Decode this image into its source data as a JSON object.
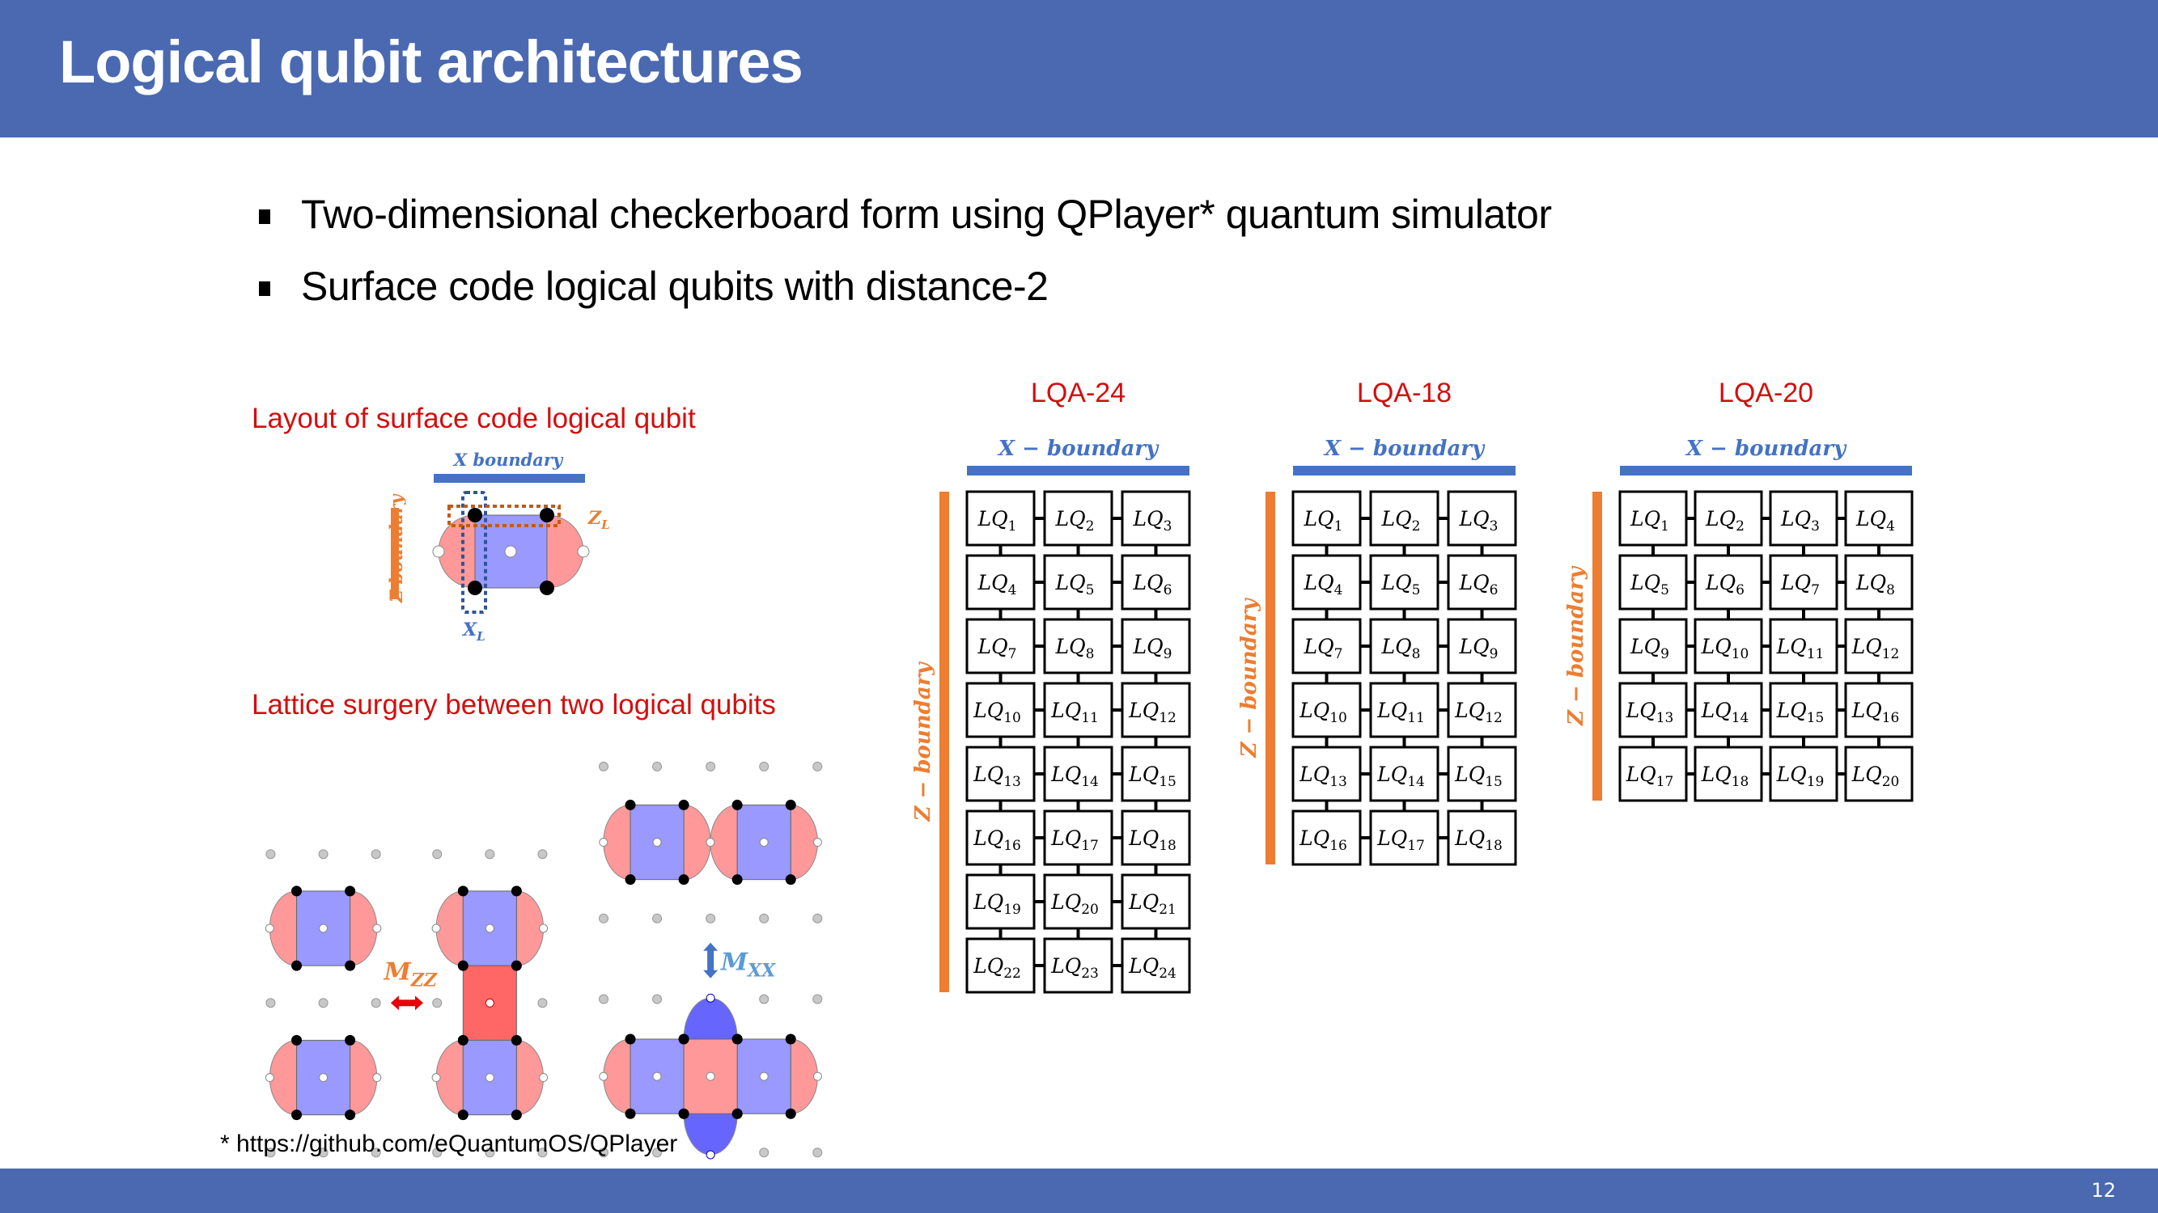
{
  "header": {
    "title": "Logical qubit architectures"
  },
  "bullets": [
    "Two-dimensional checkerboard form using QPlayer* quantum simulator",
    "Surface code logical qubits with distance-2"
  ],
  "layout_section": {
    "title": "Layout of surface code logical qubit",
    "x_boundary_label": "X boundary",
    "z_boundary_label": "Z boundary",
    "z_logical_label": "Z",
    "z_logical_sub": "L",
    "x_logical_label": "X",
    "x_logical_sub": "L"
  },
  "surgery_section": {
    "title": "Lattice surgery between two logical qubits",
    "mzz_label": "M",
    "mzz_sub": "ZZ",
    "mxx_label": "M",
    "mxx_sub": "XX"
  },
  "architectures": [
    {
      "name": "LQA-24",
      "cols": 3,
      "rows": 8,
      "x_boundary": "X − boundary",
      "z_boundary": "Z − boundary"
    },
    {
      "name": "LQA-18",
      "cols": 3,
      "rows": 6,
      "x_boundary": "X − boundary",
      "z_boundary": "Z − boundary"
    },
    {
      "name": "LQA-20",
      "cols": 4,
      "rows": 5,
      "x_boundary": "X − boundary",
      "z_boundary": "Z − boundary"
    }
  ],
  "cell_prefix": "LQ",
  "footnote": "* https://github.com/eQuantumOS/QPlayer",
  "footer": {
    "page_number": "12"
  },
  "colors": {
    "header_bg": "#4a69b1",
    "red_label": "#d20f0f",
    "x_boundary": "#4472c4",
    "z_boundary": "#ed7d31",
    "x_plaquette": "#9999ff",
    "z_plaquette": "#ff9999"
  }
}
